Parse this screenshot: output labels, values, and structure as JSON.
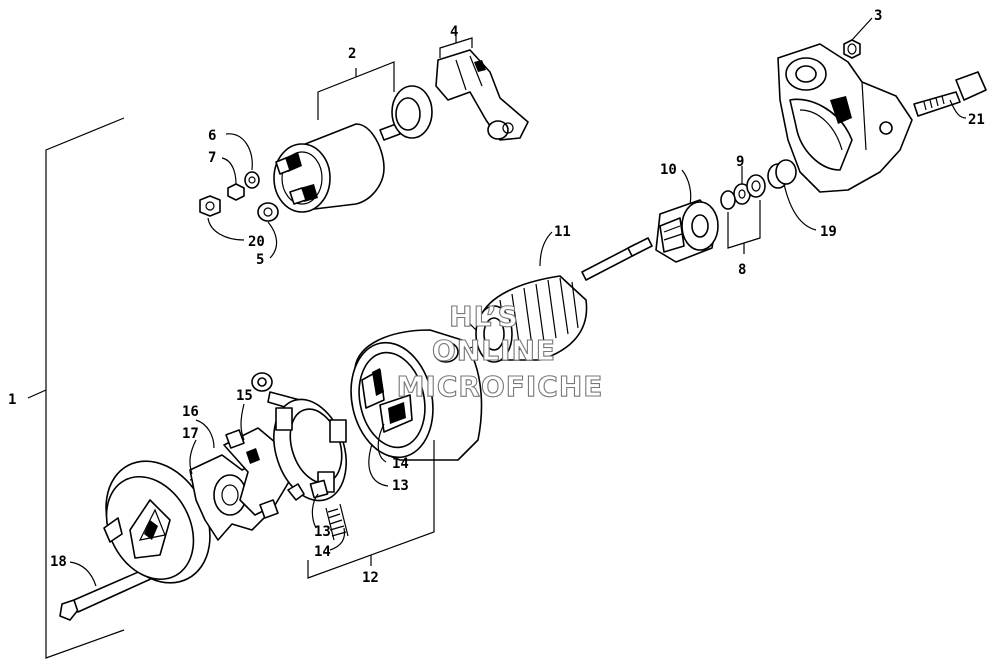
{
  "watermark": {
    "line1": "HL’S",
    "line2": "ONLINE",
    "line3": "MICROFICHE"
  },
  "callouts": {
    "c1": "1",
    "c2": "2",
    "c3": "3",
    "c4": "4",
    "c5": "5",
    "c6": "6",
    "c7": "7",
    "c8": "8",
    "c9": "9",
    "c10": "10",
    "c11": "11",
    "c12": "12",
    "c13a": "13",
    "c13b": "13",
    "c14a": "14",
    "c14b": "14",
    "c15": "15",
    "c16": "16",
    "c17": "17",
    "c18": "18",
    "c19": "19",
    "c20": "20",
    "c21": "21"
  }
}
